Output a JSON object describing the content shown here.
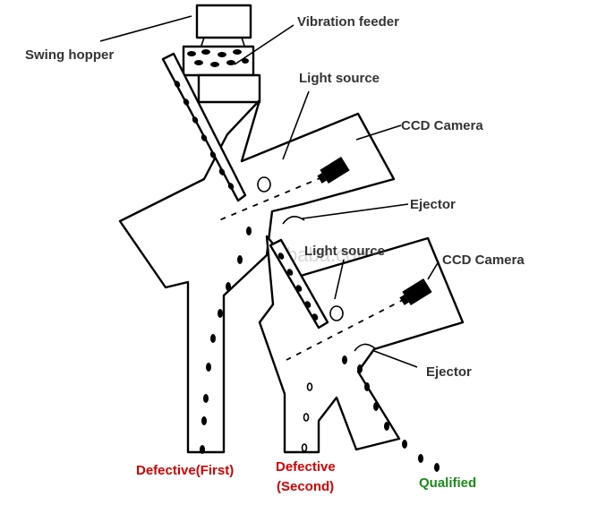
{
  "labels": {
    "swing_hopper": "Swing hopper",
    "vibration_feeder": "Vibration feeder",
    "light_source_1": "Light source",
    "ccd_camera_1": "CCD Camera",
    "ejector_1": "Ejector",
    "light_source_2": "Light source",
    "ccd_camera_2": "CCD Camera",
    "ejector_2": "Ejector"
  },
  "outputs": {
    "defective_first": "Defective(First)",
    "defective_second_line1": "Defective",
    "defective_second_line2": "(Second)",
    "qualified": "Qualified"
  },
  "watermark": "hfsks.en.alibaba.com",
  "colors": {
    "label_text": "#333333",
    "defective": "#d40000",
    "qualified": "#1a8a1a",
    "line": "#000000",
    "watermark": "#d8d8d8"
  },
  "icons": {
    "camera": "ccd-camera-icon",
    "lamp": "light-source-icon"
  }
}
